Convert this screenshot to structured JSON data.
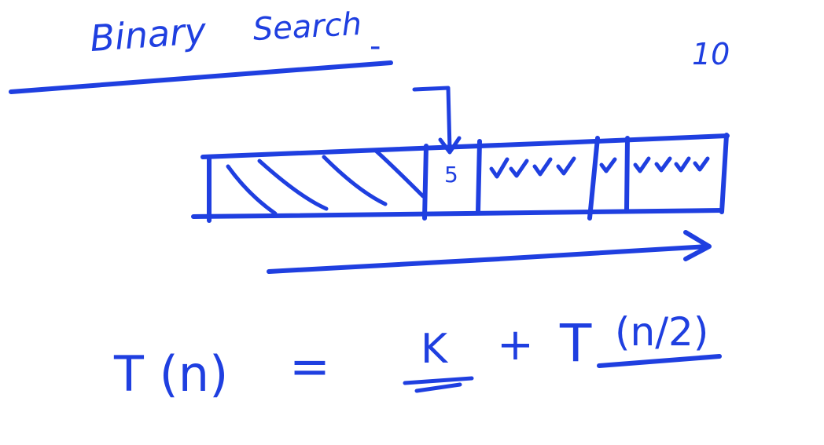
{
  "title": {
    "word1": "Binary",
    "word2": "Search",
    "trailing_mark": "-"
  },
  "corner_number": "10",
  "array": {
    "middle_value": "5"
  },
  "recurrence": {
    "lhs": "T (n)",
    "equals": "=",
    "constant": "K",
    "plus": "+",
    "rhs_T": "T",
    "rhs_arg": "(n/2)"
  },
  "colors": {
    "ink": "#1f3fe0",
    "background": "#ffffff"
  }
}
